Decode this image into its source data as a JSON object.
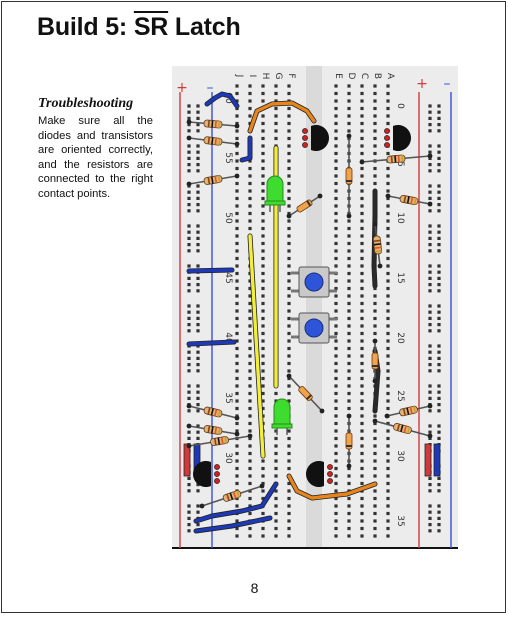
{
  "page": {
    "title_prefix": "Build 5: ",
    "title_overline": "SR",
    "title_suffix": " Latch",
    "troubleshooting": {
      "heading": "Troubleshooting",
      "body": "Make sure all the diodes and transistors are oriented correctly, and the resistors are connected to the right contact points."
    },
    "page_number": "8"
  },
  "breadboard": {
    "rail_plus": "+",
    "rail_minus": "–",
    "column_letters_left": [
      "J",
      "I",
      "H",
      "G",
      "F"
    ],
    "column_letters_right": [
      "E",
      "D",
      "C",
      "B",
      "A"
    ],
    "row_numbers_left": [
      "60",
      "55",
      "50",
      "45",
      "40",
      "35",
      "30"
    ],
    "row_numbers_right": [
      "0",
      "5",
      "10",
      "15",
      "20",
      "25",
      "30",
      "35"
    ],
    "colors": {
      "board": "#ececec",
      "rail_red": "#d23a3a",
      "rail_blue": "#3a4fd2",
      "wire_yellow": "#f2ee3a",
      "wire_orange": "#e8841e",
      "wire_blue": "#1d39b8",
      "led_green": "#3ddc2e",
      "button_blue": "#2e54d8"
    }
  }
}
